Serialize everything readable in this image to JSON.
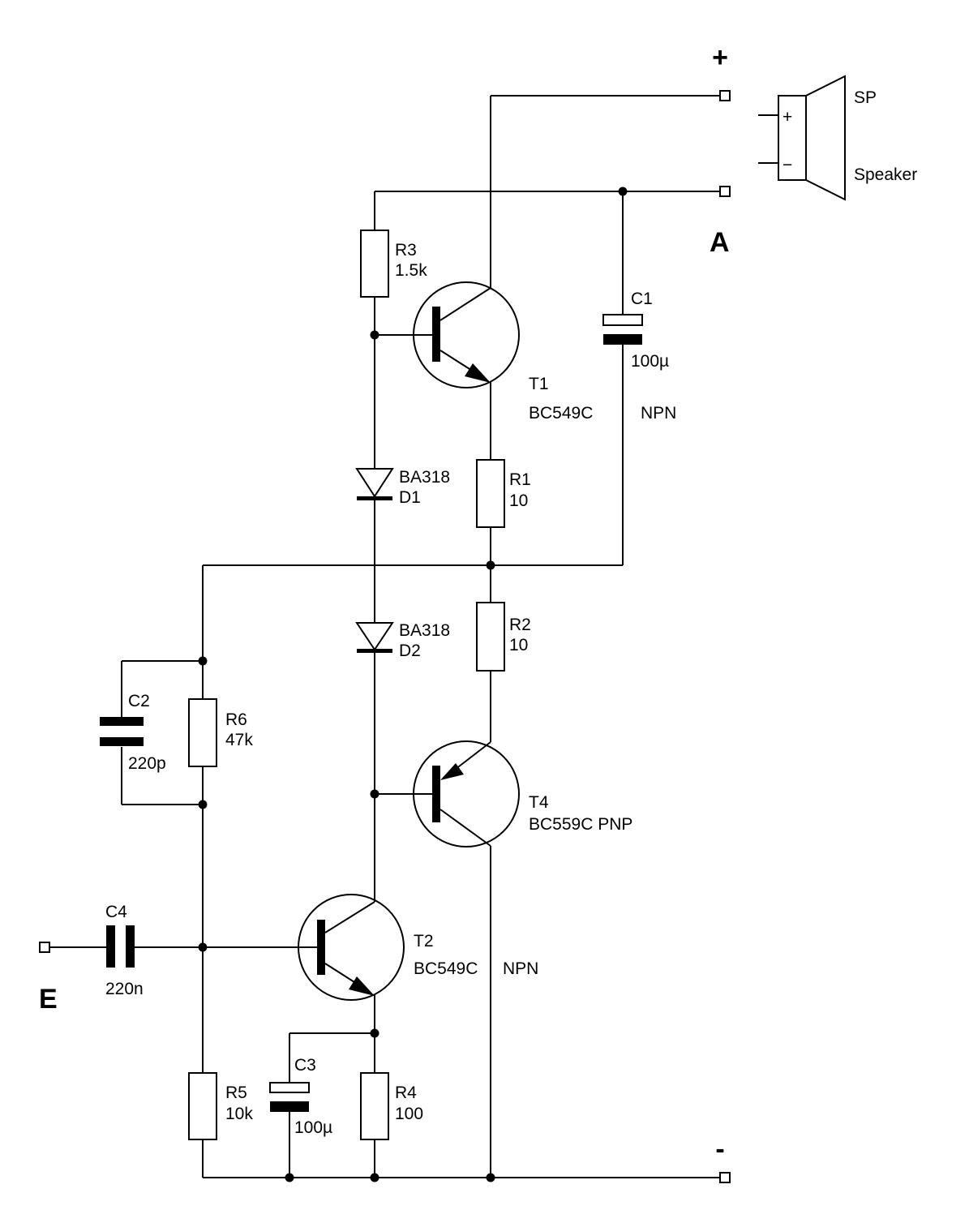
{
  "terminals": {
    "plus": "+",
    "minus": "-",
    "a": "A",
    "e": "E"
  },
  "speaker": {
    "ref": "SP",
    "name": "Speaker",
    "pin_plus": "+",
    "pin_minus": "−"
  },
  "components": {
    "r1": {
      "ref": "R1",
      "value": "10"
    },
    "r2": {
      "ref": "R2",
      "value": "10"
    },
    "r3": {
      "ref": "R3",
      "value": "1.5k"
    },
    "r4": {
      "ref": "R4",
      "value": "100"
    },
    "r5": {
      "ref": "R5",
      "value": "10k"
    },
    "r6": {
      "ref": "R6",
      "value": "47k"
    },
    "c1": {
      "ref": "C1",
      "value": "100µ"
    },
    "c2": {
      "ref": "C2",
      "value": "220p"
    },
    "c3": {
      "ref": "C3",
      "value": "100µ"
    },
    "c4": {
      "ref": "C4",
      "value": "220n"
    },
    "d1": {
      "ref": "D1",
      "part": "BA318"
    },
    "d2": {
      "ref": "D2",
      "part": "BA318"
    },
    "t1": {
      "ref": "T1",
      "part": "BC549C",
      "type": "NPN"
    },
    "t2": {
      "ref": "T2",
      "part": "BC549C",
      "type": "NPN"
    },
    "t4": {
      "ref": "T4",
      "part": "BC559C",
      "type": "PNP"
    }
  }
}
